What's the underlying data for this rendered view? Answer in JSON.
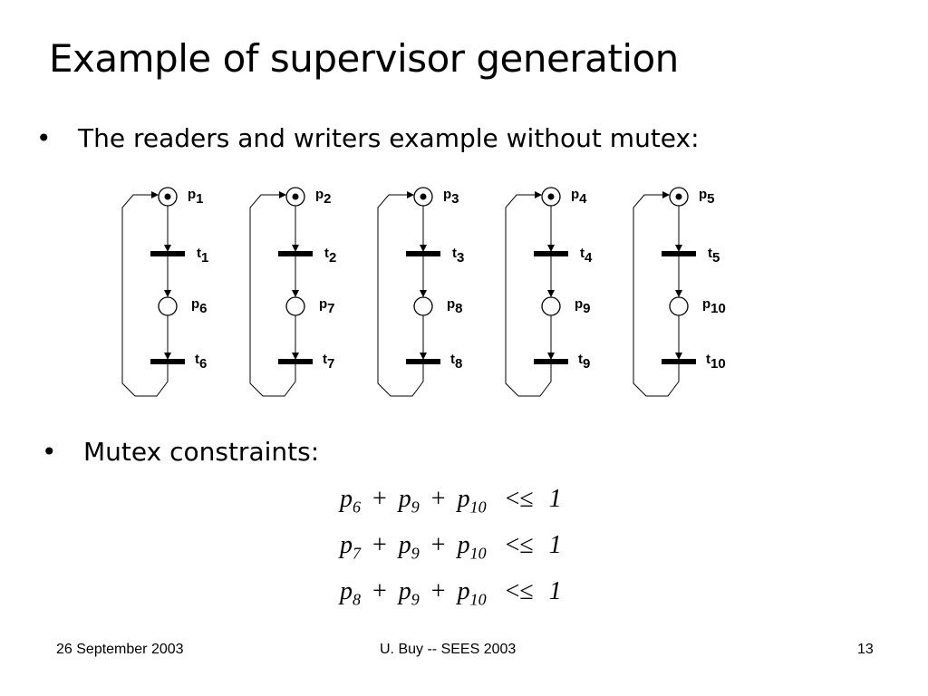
{
  "title": "Example of supervisor generation",
  "bullets": [
    {
      "marker": "•",
      "text": "The readers and writers example without mutex:"
    },
    {
      "marker": "•",
      "text": "Mutex constraints:"
    }
  ],
  "petri_net": {
    "units": [
      {
        "top_place": {
          "letter": "p",
          "index": "1"
        },
        "top_transition": {
          "letter": "t",
          "index": "1"
        },
        "bottom_place": {
          "letter": "p",
          "index": "6"
        },
        "bottom_transition": {
          "letter": "t",
          "index": "6"
        }
      },
      {
        "top_place": {
          "letter": "p",
          "index": "2"
        },
        "top_transition": {
          "letter": "t",
          "index": "2"
        },
        "bottom_place": {
          "letter": "p",
          "index": "7"
        },
        "bottom_transition": {
          "letter": "t",
          "index": "7"
        }
      },
      {
        "top_place": {
          "letter": "p",
          "index": "3"
        },
        "top_transition": {
          "letter": "t",
          "index": "3"
        },
        "bottom_place": {
          "letter": "p",
          "index": "8"
        },
        "bottom_transition": {
          "letter": "t",
          "index": "8"
        }
      },
      {
        "top_place": {
          "letter": "p",
          "index": "4"
        },
        "top_transition": {
          "letter": "t",
          "index": "4"
        },
        "bottom_place": {
          "letter": "p",
          "index": "9"
        },
        "bottom_transition": {
          "letter": "t",
          "index": "9"
        }
      },
      {
        "top_place": {
          "letter": "p",
          "index": "5"
        },
        "top_transition": {
          "letter": "t",
          "index": "5"
        },
        "bottom_place": {
          "letter": "p",
          "index": "10"
        },
        "bottom_transition": {
          "letter": "t",
          "index": "10"
        }
      }
    ]
  },
  "constraints": [
    {
      "terms": [
        {
          "v": "p",
          "s": "6"
        },
        {
          "v": "p",
          "s": "9"
        },
        {
          "v": "p",
          "s": "10"
        }
      ],
      "op": "+",
      "relation": "<≤",
      "rhs": "1"
    },
    {
      "terms": [
        {
          "v": "p",
          "s": "7"
        },
        {
          "v": "p",
          "s": "9"
        },
        {
          "v": "p",
          "s": "10"
        }
      ],
      "op": "+",
      "relation": "<≤",
      "rhs": "1"
    },
    {
      "terms": [
        {
          "v": "p",
          "s": "8"
        },
        {
          "v": "p",
          "s": "9"
        },
        {
          "v": "p",
          "s": "10"
        }
      ],
      "op": "+",
      "relation": "<≤",
      "rhs": "1"
    }
  ],
  "footer": {
    "date": "26 September 2003",
    "center": "U. Buy -- SEES 2003",
    "page": "13"
  }
}
